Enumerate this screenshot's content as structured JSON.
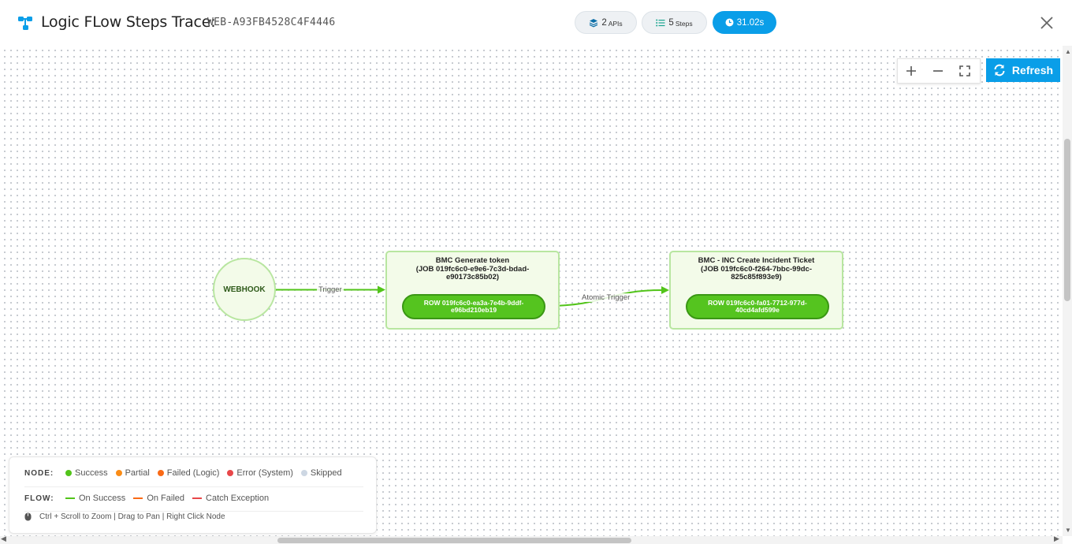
{
  "header": {
    "title": "Logic FLow Steps Trace:",
    "trace_id": "WEB-A93FB4528C4F4446",
    "apis_count": "2",
    "apis_label": "APIs",
    "steps_count": "5",
    "steps_label": "Steps",
    "duration": "31.02s"
  },
  "toolbar": {
    "zoom_in_icon": "plus-icon",
    "zoom_out_icon": "minus-icon",
    "fit_icon": "expand-icon",
    "refresh_label": "Refresh"
  },
  "graph": {
    "start_node": {
      "label": "WEBHOOK"
    },
    "nodes": [
      {
        "title": "BMC Generate token",
        "job": "(JOB 019fc6c0-e9e6-7c3d-bdad-e90173c85b02)",
        "row": "ROW 019fc6c0-ea3a-7e4b-9ddf-e96bd210eb19",
        "status": "success"
      },
      {
        "title": "BMC - INC Create Incident Ticket",
        "job": "(JOB 019fc6c0-f264-7bbc-99dc-825c85f893e9)",
        "row": "ROW 019fc6c0-fa01-7712-977d-40cd4afd599e",
        "status": "success"
      }
    ],
    "edges": [
      {
        "label": "Trigger"
      },
      {
        "label": "Atomic Trigger"
      }
    ]
  },
  "legend": {
    "node_heading": "NODE:",
    "node_items": [
      {
        "label": "Success",
        "color": "#52c41a"
      },
      {
        "label": "Partial",
        "color": "#fa8c16"
      },
      {
        "label": "Failed (Logic)",
        "color": "#fa6a16"
      },
      {
        "label": "Error (System)",
        "color": "#e84749"
      },
      {
        "label": "Skipped",
        "color": "#cdd7e3"
      }
    ],
    "flow_heading": "FLOW:",
    "flow_items": [
      {
        "label": "On Success",
        "color": "#52c41a"
      },
      {
        "label": "On Failed",
        "color": "#fa6a16"
      },
      {
        "label": "Catch Exception",
        "color": "#e84749"
      }
    ],
    "hint": "Ctrl + Scroll to Zoom | Drag to Pan | Right Click Node"
  },
  "colors": {
    "accent": "#0a9ee8",
    "success": "#52c41a"
  }
}
